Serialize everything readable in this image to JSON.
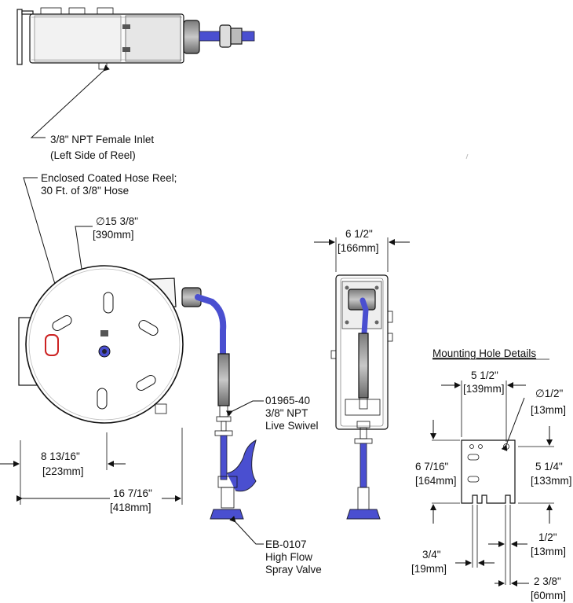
{
  "callouts": {
    "inlet_1": "3/8\" NPT Female Inlet",
    "inlet_2": "(Left Side of Reel)",
    "reel_1": "Enclosed Coated Hose Reel;",
    "reel_2": "30 Ft. of 3/8\" Hose",
    "swivel_1": "01965-40",
    "swivel_2": "3/8\" NPT",
    "swivel_3": "Live Swivel",
    "valve_1": "EB-0107",
    "valve_2": "High Flow",
    "valve_3": "Spray Valve"
  },
  "dimensions": {
    "diameter": "∅15 3/8\"",
    "diameter_mm": "[390mm]",
    "center_offset": "8 13/16\"",
    "center_offset_mm": "[223mm]",
    "overall_width": "16 7/16\"",
    "overall_width_mm": "[418mm]",
    "side_width": "6 1/2\"",
    "side_width_mm": "[166mm]"
  },
  "mounting": {
    "title": "Mounting Hole Details",
    "width": "5 1/2\"",
    "width_mm": "[139mm]",
    "hole_dia": "∅1/2\"",
    "hole_dia_mm": "[13mm]",
    "height": "6 7/16\"",
    "height_mm": "[164mm]",
    "hole_spacing": "5 1/4\"",
    "hole_spacing_mm": "[133mm]",
    "slot_offset": "3/4\"",
    "slot_offset_mm": "[19mm]",
    "slot_width": "1/2\"",
    "slot_width_mm": "[13mm]",
    "slot_spacing": "2 3/8\"",
    "slot_spacing_mm": "[60mm]"
  },
  "colors": {
    "hose": "#4a4fd0",
    "body": "#ffffff",
    "line": "#111111",
    "shade": "#9a9a9a"
  }
}
